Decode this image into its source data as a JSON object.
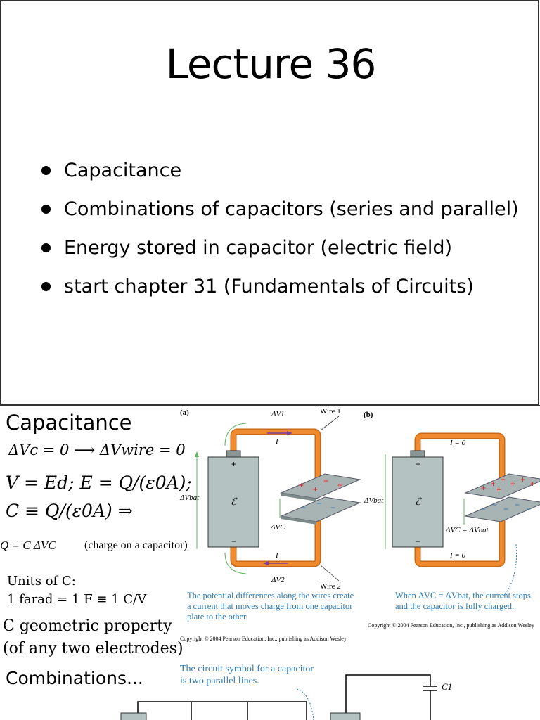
{
  "slide1": {
    "title": "Lecture 36",
    "bullets": [
      "Capacitance",
      "Combinations of capacitors (series and parallel)",
      "Energy stored in capacitor (electric field)",
      "start chapter 31 (Fundamentals of Circuits)"
    ]
  },
  "slide2": {
    "heading": "Capacitance",
    "eq1": "ΔVc = 0 ⟶ ΔVwire = 0",
    "eq2": "V = Ed; E = Q/(ε0A);",
    "eq3": "C ≡ Q/(ε0A) ⇒",
    "eq4": "Q = C ΔVC",
    "eq4_note": "(charge on a capacitor)",
    "units_label": "Units of C:",
    "units_value": "1 farad = 1 F ≡ 1 C/V",
    "geom1": "C geometric property",
    "geom2": "(of any two electrodes)",
    "fig_a": {
      "label": "(a)",
      "dv1": "ΔV1",
      "wire1": "Wire 1",
      "wire2": "Wire 2",
      "current": "I",
      "dvbat": "ΔVbat",
      "emf": "ℰ",
      "dvc": "ΔVC",
      "dv2": "ΔV2",
      "caption": "The potential differences along the wires create a current that moves charge from one capacitor plate to the other.",
      "copyright": "Copyright © 2004 Pearson Education, Inc., publishing as Addison Wesley"
    },
    "fig_b": {
      "label": "(b)",
      "i_top": "I = 0",
      "i_bottom": "I = 0",
      "dvbat": "ΔVbat",
      "emf": "ℰ",
      "dvc_eq": "ΔVC = ΔVbat",
      "caption": "When ΔVC = ΔVbat, the current stops and the capacitor is fully charged.",
      "copyright": "Copyright © 2004 Pearson Education, Inc., publishing as Addison Wesley"
    }
  },
  "slide3": {
    "heading": "Combinations...",
    "caption": "The circuit symbol for a capacitor is two parallel lines.",
    "c1_label": "C1"
  },
  "colors": {
    "wire": "#f08a2e",
    "plate": "#a8b4b4",
    "battery": "#b5c2c2",
    "caption_blue": "#2a7bb8",
    "arrow_green": "#5bb35b",
    "current_purple": "#7a3e9a",
    "plus_red": "#e02020"
  }
}
